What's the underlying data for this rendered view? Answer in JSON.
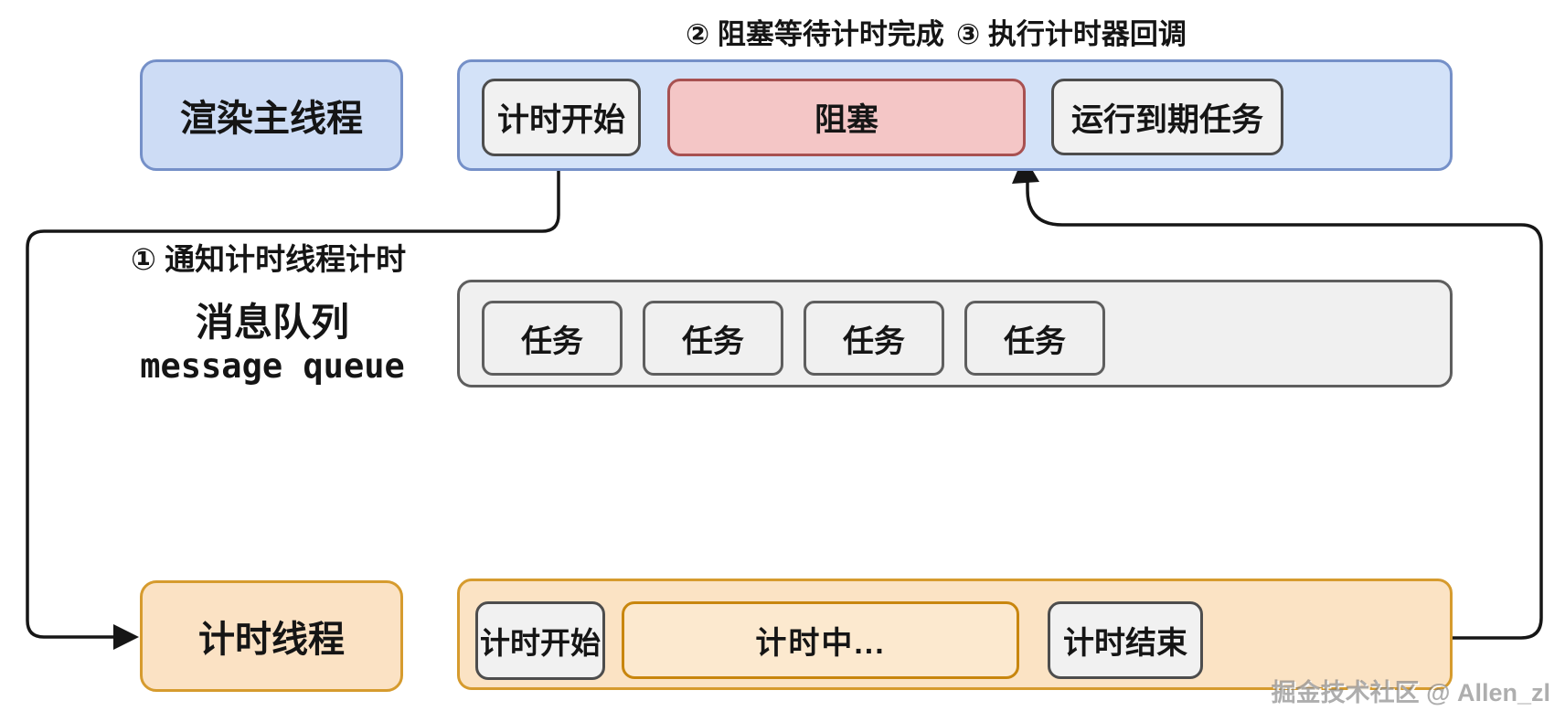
{
  "annotations": {
    "step1": "① 通知计时线程计时",
    "step2": "② 阻塞等待计时完成",
    "step3": "③ 执行计时器回调"
  },
  "main_thread": {
    "label": "渲染主线程",
    "timeline": [
      {
        "label": "计时开始",
        "style": "grey"
      },
      {
        "label": "阻塞",
        "style": "red"
      },
      {
        "label": "运行到期任务",
        "style": "grey"
      }
    ]
  },
  "message_queue": {
    "label_zh": "消息队列",
    "label_en": "message queue",
    "tasks": [
      "任务",
      "任务",
      "任务",
      "任务"
    ]
  },
  "timer_thread": {
    "label": "计时线程",
    "timeline": [
      {
        "label": "计时开始",
        "style": "grey"
      },
      {
        "label": "计时中...",
        "style": "orange"
      },
      {
        "label": "计时结束",
        "style": "grey"
      }
    ]
  },
  "watermark": "掘金技术社区 @ Allen_zl",
  "colors": {
    "main_thread_fill": "#D3E2F8",
    "main_thread_border": "#7590C8",
    "blocked_fill": "#F4C6C6",
    "blocked_border": "#A85151",
    "node_grey_fill": "#F1F1F1",
    "node_grey_border": "#4D4D4D",
    "queue_fill": "#F0F0F0",
    "queue_border": "#5E5E5E",
    "timer_thread_fill": "#FBE3C4",
    "timer_thread_border": "#D69B2E",
    "running_fill": "#FCE9CF",
    "running_border": "#C8860E",
    "arrow": "#161616"
  }
}
